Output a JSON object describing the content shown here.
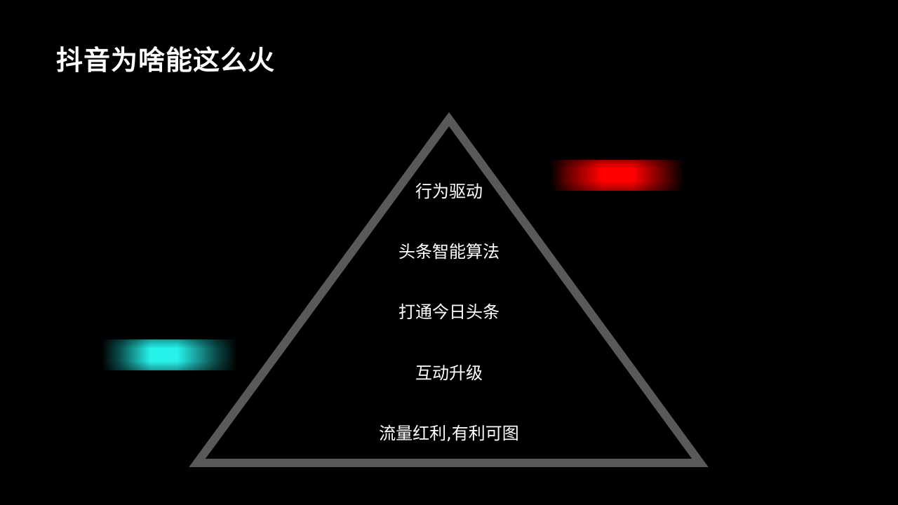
{
  "slide": {
    "title": "抖音为啥能这么火",
    "background_color": "#000000"
  },
  "pyramid": {
    "outline_color": "#595959",
    "text_color": "#ffffff",
    "levels": [
      {
        "label": "行为驱动"
      },
      {
        "label": "头条智能算法"
      },
      {
        "label": "打通今日头条"
      },
      {
        "label": "互动升级"
      },
      {
        "label": "流量红利,有利可图"
      }
    ]
  },
  "decorations": {
    "red_bar_color": "#ff0000",
    "cyan_bar_color": "#26f2ea"
  }
}
